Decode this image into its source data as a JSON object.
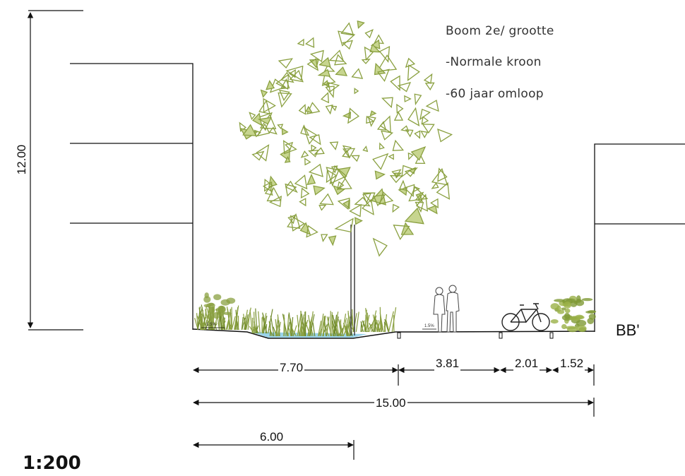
{
  "notes": {
    "tree_size": "Boom 2e/ grootte",
    "crown": "-Normale kroon",
    "rotation": "-60 jaar omloop"
  },
  "dimensions": {
    "height": "12.00",
    "green_zone": "7.70",
    "path": "3.81",
    "bike_lane": "2.01",
    "verge": "1.52",
    "total": "15.00",
    "sub": "6.00"
  },
  "slopes": {
    "left": "1.5%",
    "path": "1.5%"
  },
  "section_label": "BB'",
  "scale": "1:200",
  "colors": {
    "foliage": "#8aa040",
    "water": "#9ad3ea",
    "line": "#111111"
  }
}
